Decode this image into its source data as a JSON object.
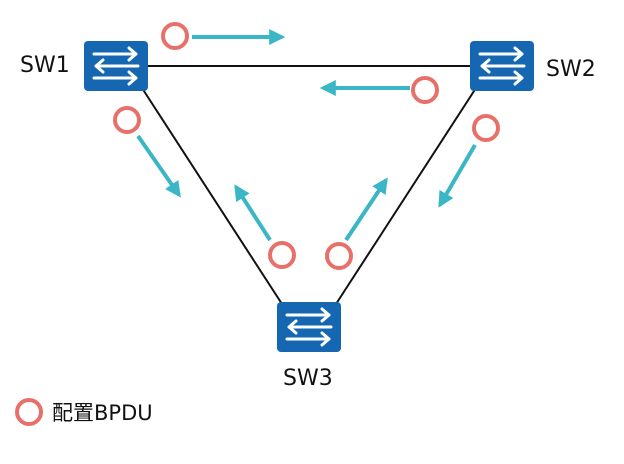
{
  "switches": [
    {
      "id": "sw1",
      "label": "SW1"
    },
    {
      "id": "sw2",
      "label": "SW2"
    },
    {
      "id": "sw3",
      "label": "SW3"
    }
  ],
  "links": [
    {
      "from": "SW1",
      "to": "SW2"
    },
    {
      "from": "SW1",
      "to": "SW3"
    },
    {
      "from": "SW2",
      "to": "SW3"
    }
  ],
  "bpdu_flows": [
    {
      "from": "SW1",
      "toward": "SW2"
    },
    {
      "from": "SW2",
      "toward": "SW1"
    },
    {
      "from": "SW1",
      "toward": "SW3"
    },
    {
      "from": "SW3",
      "toward": "SW1"
    },
    {
      "from": "SW2",
      "toward": "SW3"
    },
    {
      "from": "SW3",
      "toward": "SW2"
    }
  ],
  "legend": {
    "label": "配置BPDU"
  },
  "colors": {
    "switch_fill": "#1667b2",
    "bpdu_circle": "#e8706a",
    "arrow": "#3ab6c6",
    "link": "#111111"
  }
}
